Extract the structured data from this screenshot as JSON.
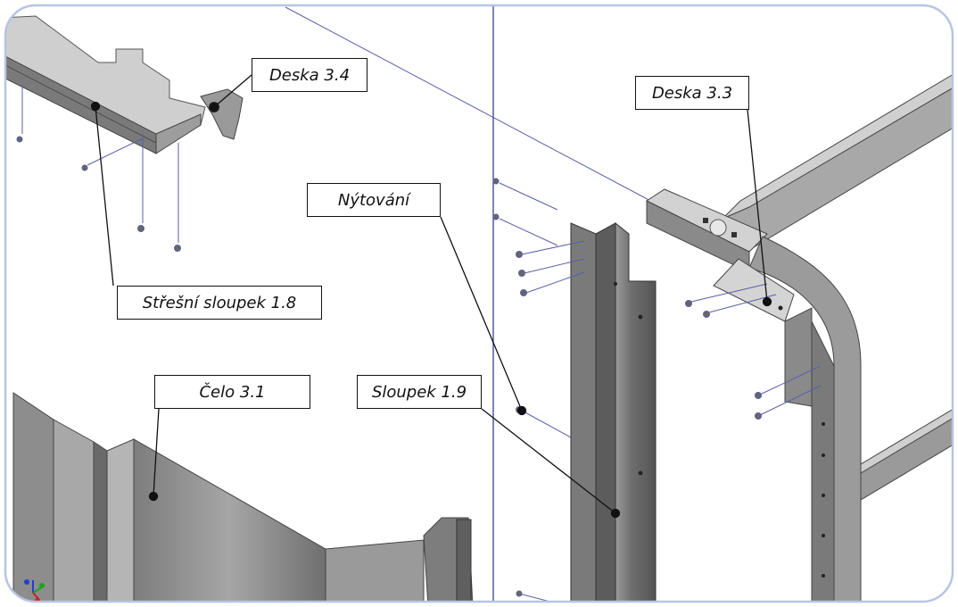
{
  "labels": {
    "deska_3_4": "Deska 3.4",
    "deska_3_3": "Deska 3.3",
    "nytovani": "Nýtování",
    "stresni_sloupek": "Střešní sloupek 1.8",
    "celo": "Čelo 3.1",
    "sloupek": "Sloupek 1.9"
  },
  "colors": {
    "frame_border": "#b8c4e6",
    "metal_light": "#c9c9c9",
    "metal_mid": "#8f8f8f",
    "metal_dark": "#5a5a5a",
    "axis_line": "#3a3f8f"
  },
  "icons": {
    "triad": "axis-triad-icon"
  }
}
